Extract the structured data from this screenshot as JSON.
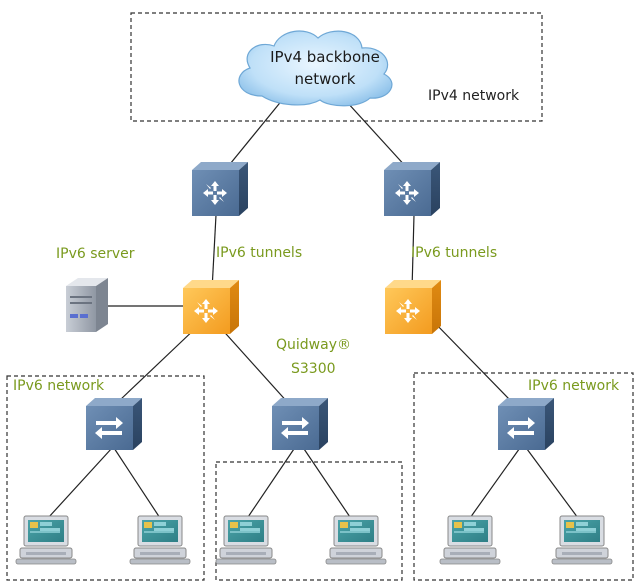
{
  "cloud": {
    "line1": "IPv4 backbone",
    "line2": "network"
  },
  "labels": {
    "ipv4_network": "IPv4 network",
    "tunnels_left": "IPv6 tunnels",
    "tunnels_right": "IPv6 tunnels",
    "ipv6_server": "IPv6 server",
    "quidway_line1": "Quidway®",
    "quidway_line2": "S3300",
    "ipv6_network_left": "IPv6 network",
    "ipv6_network_right": "IPv6 network"
  },
  "colors": {
    "label_green": "#7a9a1e",
    "router_blue": "#3f5f86",
    "router_orange": "#f2a12e",
    "cloud_blue": "#bfe0f8"
  }
}
